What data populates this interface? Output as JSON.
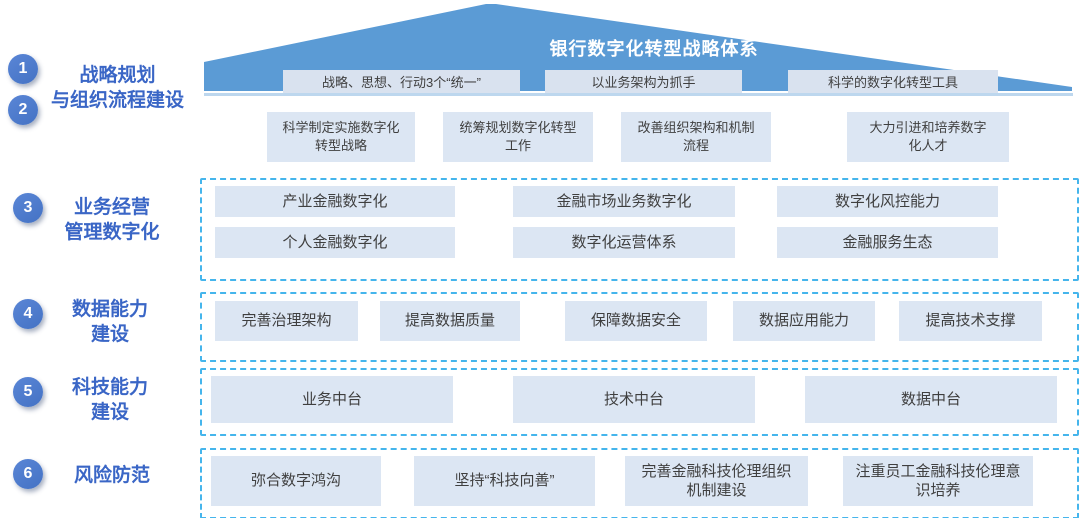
{
  "colors": {
    "roof": "#5B9BD5",
    "underline": "#BDD7EE",
    "circle": "#4472C4",
    "label": "#3A66C6",
    "boxbg": "#DCE6F3",
    "roofboxbg": "#D9E2EF",
    "dash": "#45B5EC",
    "text": "#3F3F3F"
  },
  "roof": {
    "title": "银行数字化转型战略体系",
    "boxes": [
      "战略、思想、行动3个“统一”",
      "以业务架构为抓手",
      "科学的数字化转型工具"
    ]
  },
  "rail": {
    "group12": {
      "num1": "1",
      "num2": "2",
      "line1": "战略规划",
      "line2": "与组织流程建设"
    },
    "group3": {
      "num": "3",
      "line1": "业务经营",
      "line2": "管理数字化"
    },
    "group4": {
      "num": "4",
      "line1": "数据能力",
      "line2": "建设"
    },
    "group5": {
      "num": "5",
      "line1": "科技能力",
      "line2": "建设"
    },
    "group6": {
      "num": "6",
      "line1": "风险防范"
    }
  },
  "strategy_actions": {
    "boxes": [
      "科学制定实施数字化转型战略",
      "统筹规划数字化转型工作",
      "改善组织架构和机制流程",
      "大力引进和培养数字化人才"
    ]
  },
  "business_digitalization": {
    "boxes": [
      "产业金融数字化",
      "金融市场业务数字化",
      "数字化风控能力",
      "个人金融数字化",
      "数字化运营体系",
      "金融服务生态"
    ]
  },
  "data_capability": {
    "boxes": [
      "完善治理架构",
      "提高数据质量",
      "保障数据安全",
      "数据应用能力",
      "提高技术支撑"
    ]
  },
  "tech_capability": {
    "boxes": [
      "业务中台",
      "技术中台",
      "数据中台"
    ]
  },
  "risk_prevention": {
    "boxes": [
      "弥合数字鸿沟",
      "坚持“科技向善”",
      "完善金融科技伦理组织机制建设",
      "注重员工金融科技伦理意识培养"
    ]
  }
}
